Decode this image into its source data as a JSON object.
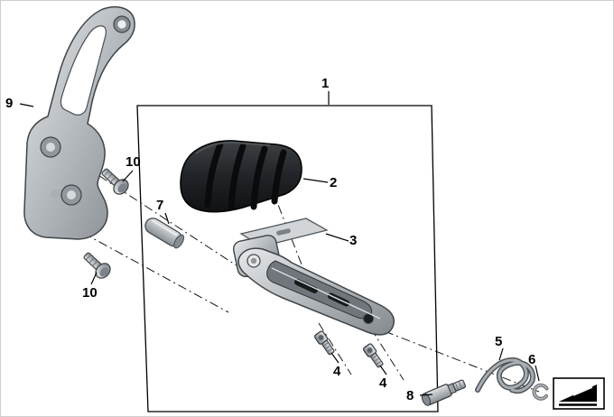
{
  "diagram": {
    "kind": "exploded-parts-diagram"
  },
  "callouts": [
    {
      "id": "c1",
      "label": "1"
    },
    {
      "id": "c2",
      "label": "2"
    },
    {
      "id": "c3",
      "label": "3"
    },
    {
      "id": "c4a",
      "label": "4"
    },
    {
      "id": "c4b",
      "label": "4"
    },
    {
      "id": "c5",
      "label": "5"
    },
    {
      "id": "c6",
      "label": "6"
    },
    {
      "id": "c7",
      "label": "7"
    },
    {
      "id": "c8",
      "label": "8"
    },
    {
      "id": "c9",
      "label": "9"
    },
    {
      "id": "c10a",
      "label": "10"
    },
    {
      "id": "c10b",
      "label": "10"
    }
  ],
  "colors": {
    "background": "#ffffff",
    "line": "#000000",
    "metal_light": "#e3e5e7",
    "metal_mid": "#b4b9bd",
    "metal_dark": "#878d92",
    "rubber_dark": "#1b1e20"
  }
}
